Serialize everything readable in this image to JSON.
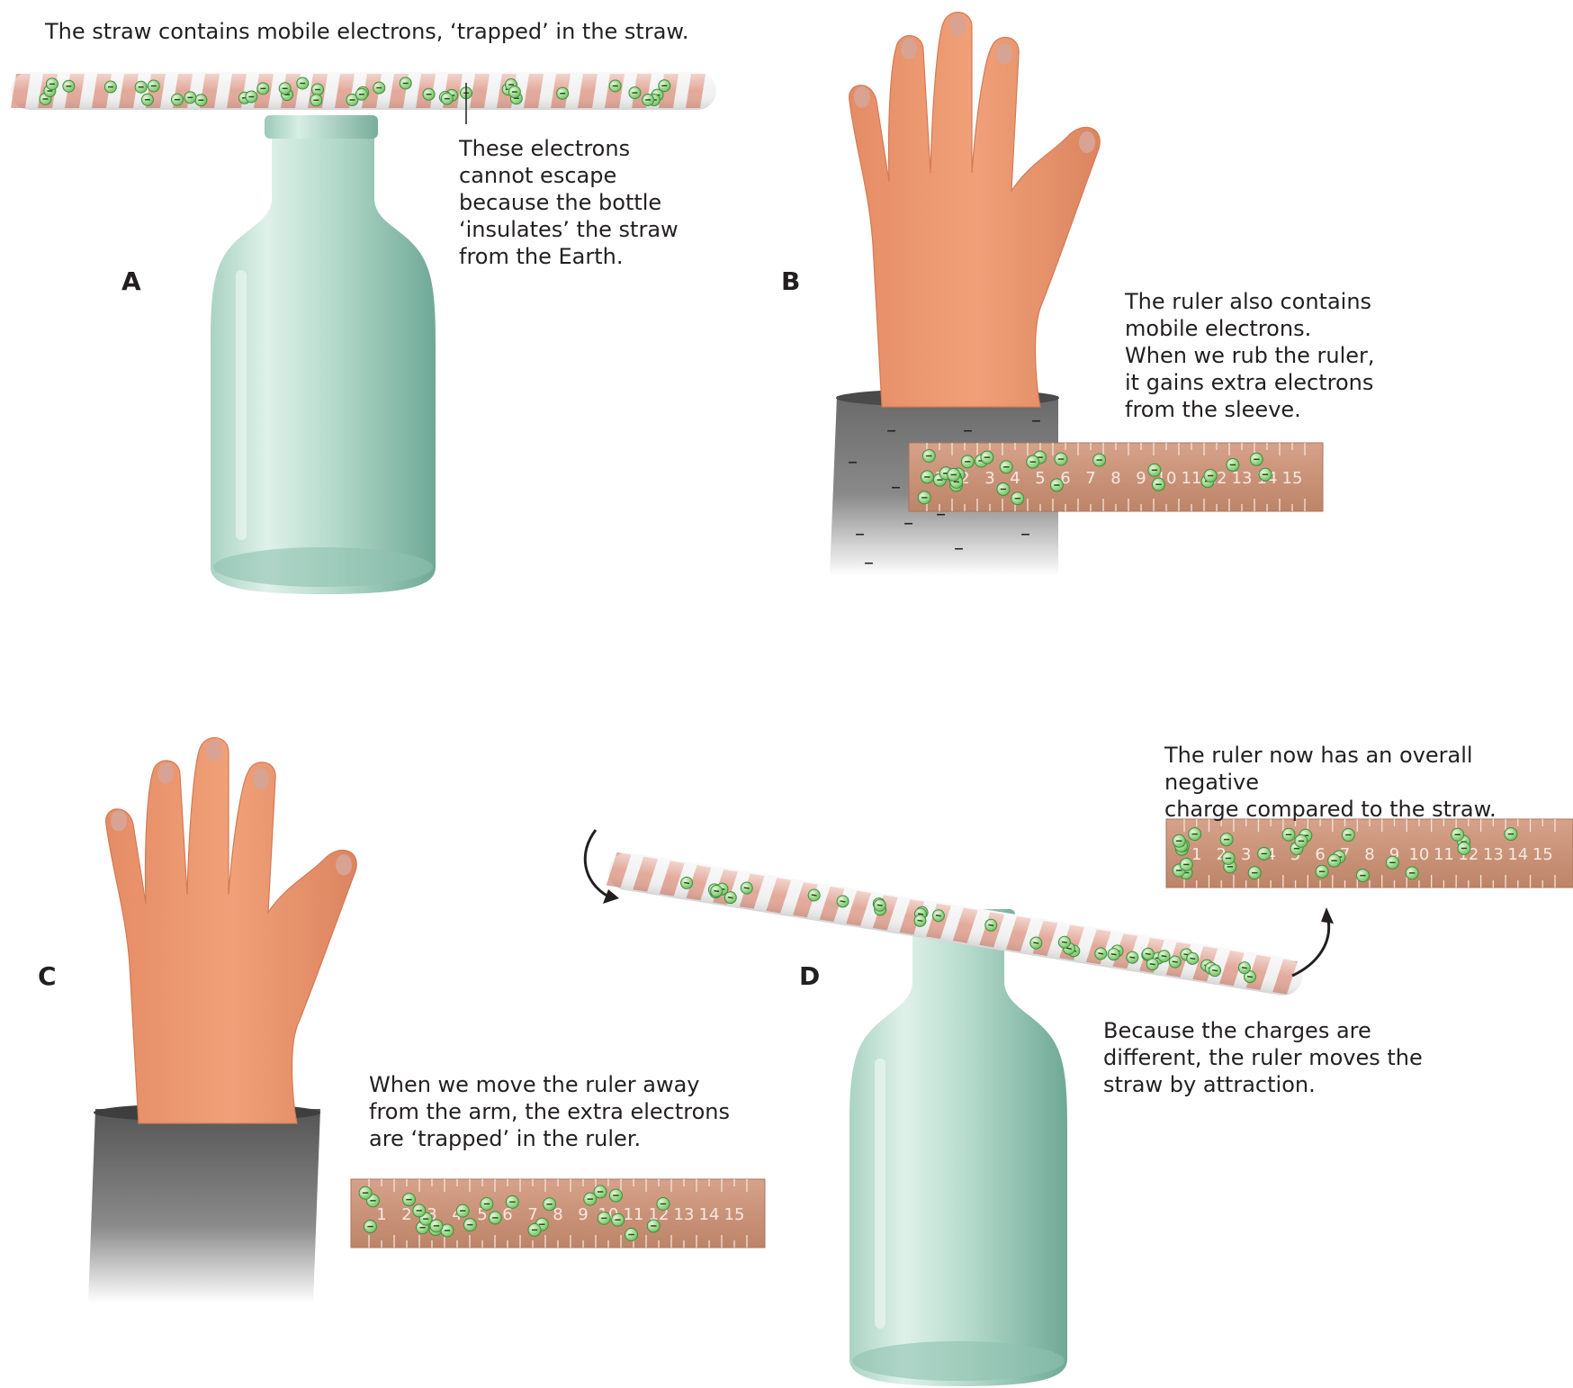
{
  "panels": [
    {
      "letter": "A",
      "captions": [
        "The straw contains mobile electrons, ‘trapped’ in the straw.",
        "These electrons\ncannot escape\nbecause the bottle\n‘insulates’ the straw\nfrom the Earth."
      ]
    },
    {
      "letter": "B",
      "captions": [
        "The ruler also contains\nmobile electrons.\nWhen we rub the ruler,\nit gains extra electrons\nfrom the sleeve."
      ]
    },
    {
      "letter": "C",
      "captions": [
        "When we move the ruler away\nfrom the arm, the extra electrons\nare ‘trapped’ in the ruler."
      ]
    },
    {
      "letter": "D",
      "captions": [
        "The ruler now has an overall negative\ncharge compared to the straw.",
        "Because the charges are\ndifferent, the ruler moves the\nstraw by attraction."
      ]
    }
  ],
  "ruler_scale": [
    "1",
    "2",
    "3",
    "4",
    "5",
    "6",
    "7",
    "8",
    "9",
    "10",
    "11",
    "12",
    "13",
    "14",
    "15"
  ],
  "electron_symbol": "–",
  "colors": {
    "straw_stripe": "#e3a99a",
    "straw_base": "#f2f2f2",
    "ruler": "#c8917a",
    "ruler_edge": "#a8735c",
    "electron_fill": "#8fd07a",
    "electron_edge": "#3f8f3f",
    "bottle_light": "#cbe6dc",
    "bottle_dark": "#6fa896",
    "skin": "#ea9670",
    "skin_dark": "#d47a55",
    "nail": "#d8a392",
    "sleeve": "#5a5a5a",
    "text": "#231f20"
  }
}
